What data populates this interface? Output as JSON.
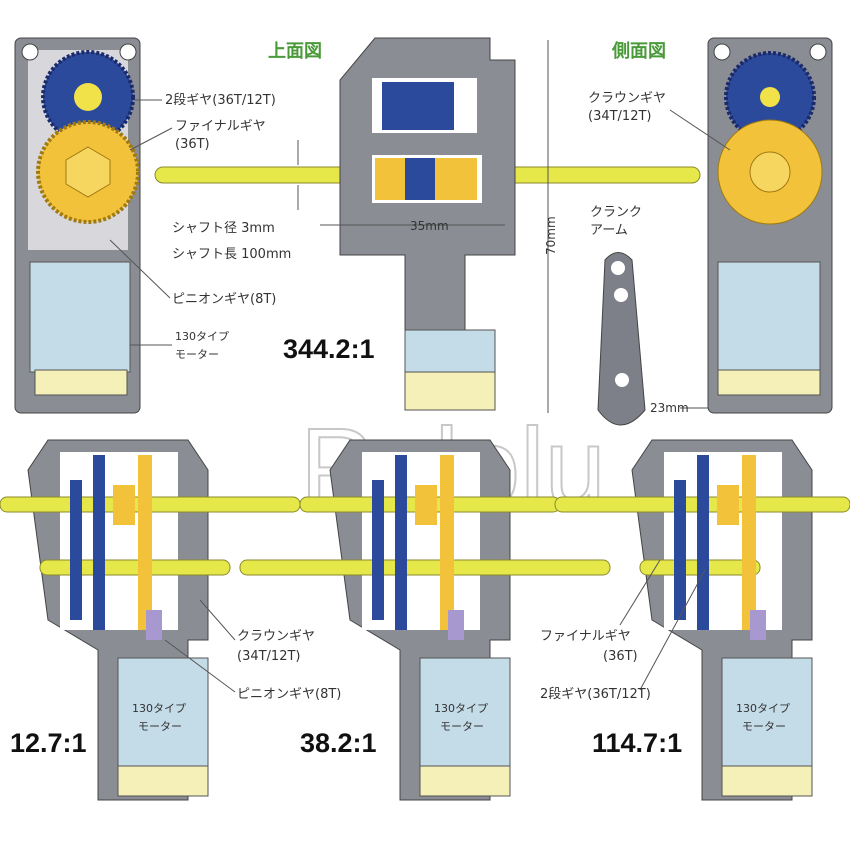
{
  "headers": {
    "top_view": "上面図",
    "side_view": "側面図"
  },
  "labels": {
    "two_stage_gear": "2段ギヤ(36T/12T)",
    "final_gear": "ファイナルギヤ",
    "final_gear_teeth": "(36T)",
    "shaft_diameter": "シャフト径 3mm",
    "shaft_length": "シャフト長 100mm",
    "pinion_gear": "ピニオンギヤ(8T)",
    "motor_line1": "130タイプ",
    "motor_line2": "モーター",
    "crown_gear": "クラウンギヤ",
    "crown_gear_teeth": "(34T/12T)",
    "crank_line1": "クランク",
    "crank_line2": "アーム"
  },
  "dimensions": {
    "width": "35mm",
    "height": "70mm",
    "depth": "23mm"
  },
  "ratios": {
    "main": "344.2:1",
    "a": "12.7:1",
    "b": "38.2:1",
    "c": "114.7:1"
  },
  "watermark": "Pololu",
  "colors": {
    "housing": "#8a8d94",
    "blue_gear": "#2c4a9c",
    "yellow_gear": "#f2c23a",
    "shaft": "#e6e84a",
    "motor": "#c4dbe8",
    "motor_end": "#f4f0b8",
    "header": "#4a9a3a"
  }
}
